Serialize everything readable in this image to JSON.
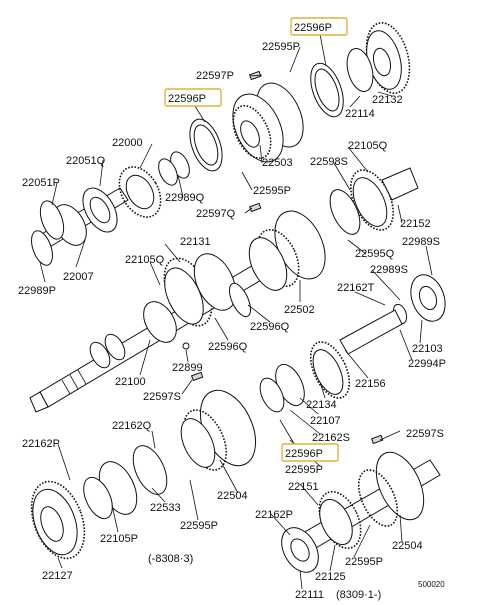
{
  "labels": {
    "l22596P_1": "22596P",
    "l22595P_1": "22595P",
    "l22597P": "22597P",
    "l22596P_2": "22596P",
    "l22132": "22132",
    "l22114": "22114",
    "l22000": "22000",
    "l22051Q": "22051Q",
    "l22105Q_1": "22105Q",
    "l22598S": "22598S",
    "l22051P": "22051P",
    "l22989Q": "22989Q",
    "l22503": "22503",
    "l22595P_2": "22595P",
    "l22597Q": "22597Q",
    "l22152": "22152",
    "l22989S_1": "22989S",
    "l22131": "22131",
    "l22595Q": "22595Q",
    "l22989S_2": "22989S",
    "l22105Q_2": "22105Q",
    "l22007": "22007",
    "l22989P": "22989P",
    "l22162T": "22162T",
    "l22502": "22502",
    "l22596Q_1": "22596Q",
    "l22596Q_2": "22596Q",
    "l22103": "22103",
    "l22994P": "22994P",
    "l22899": "22899",
    "l22100": "22100",
    "l22156": "22156",
    "l22597S_1": "22597S",
    "l22134": "22134",
    "l22107": "22107",
    "l22162Q": "22162Q",
    "l22162S": "22162S",
    "l22597S_2": "22597S",
    "l22596P_3": "22596P",
    "l22162P_1": "22162P",
    "l22595P_3": "22595P",
    "l22151": "22151",
    "l22504_1": "22504",
    "l22105P": "22105P",
    "l22533": "22533",
    "l22595P_4": "22595P",
    "l22162P_2": "22162P",
    "l22504_2": "22504",
    "l22595P_5": "22595P",
    "l22127": "22127",
    "l22125": "22125",
    "l22111": "22111",
    "date1": "(-8308·3)",
    "date2": "(8309·1-)",
    "docnum": "500020"
  },
  "highlight_color": "#e0b03c"
}
